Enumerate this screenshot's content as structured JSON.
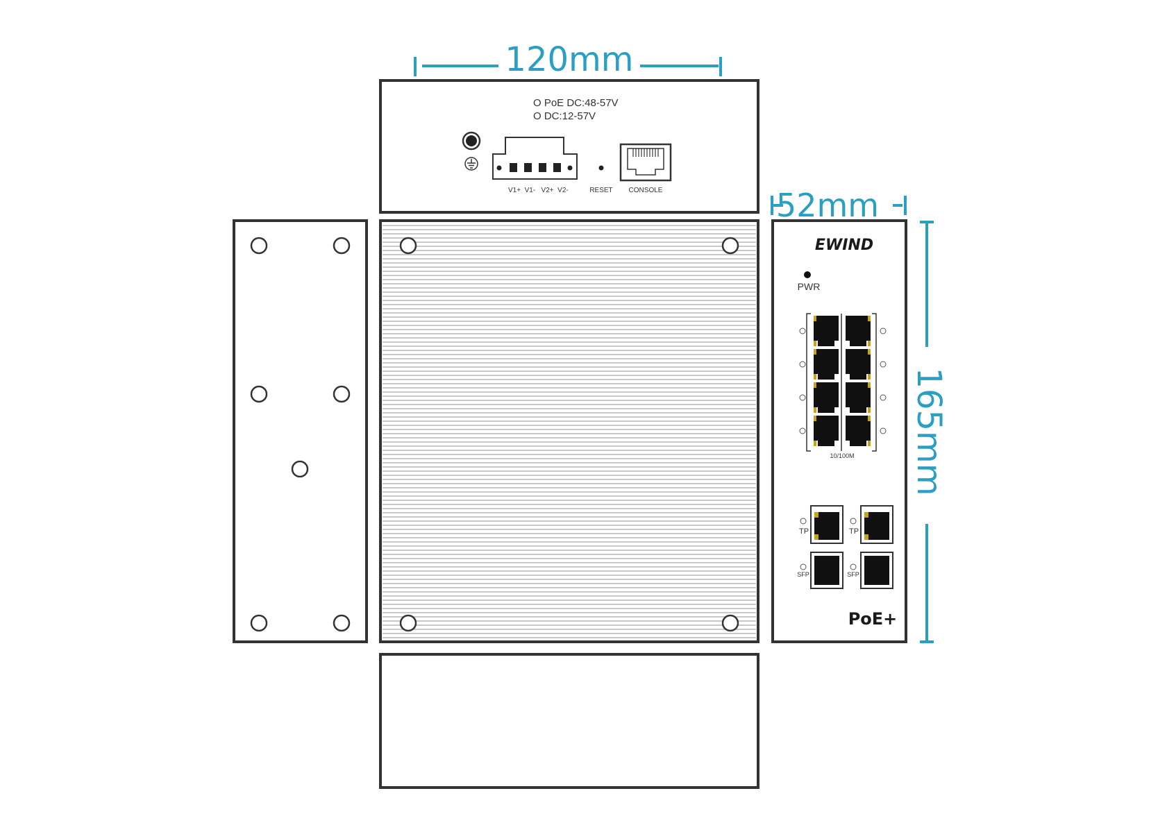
{
  "dimensions": {
    "width": "120mm",
    "depth": "52mm",
    "height": "165mm"
  },
  "top_panel": {
    "power_label_1": "O PoE DC:48-57V",
    "power_label_2": "O DC:12-57V",
    "terminal_labels": "V1+  V1-   V2+  V2-",
    "reset_label": "RESET",
    "console_label": "CONSOLE"
  },
  "front_panel": {
    "brand": "EWIND",
    "pwr_label": "PWR",
    "port_group_label": "10/100M",
    "tp_label_1": "TP",
    "tp_label_2": "TP",
    "sfp_label_1": "SFP",
    "sfp_label_2": "SFP",
    "model_label": "PoE+"
  },
  "colors": {
    "dimension": "#2a9fc3",
    "outline": "#333333",
    "led": "#c9a21a"
  }
}
